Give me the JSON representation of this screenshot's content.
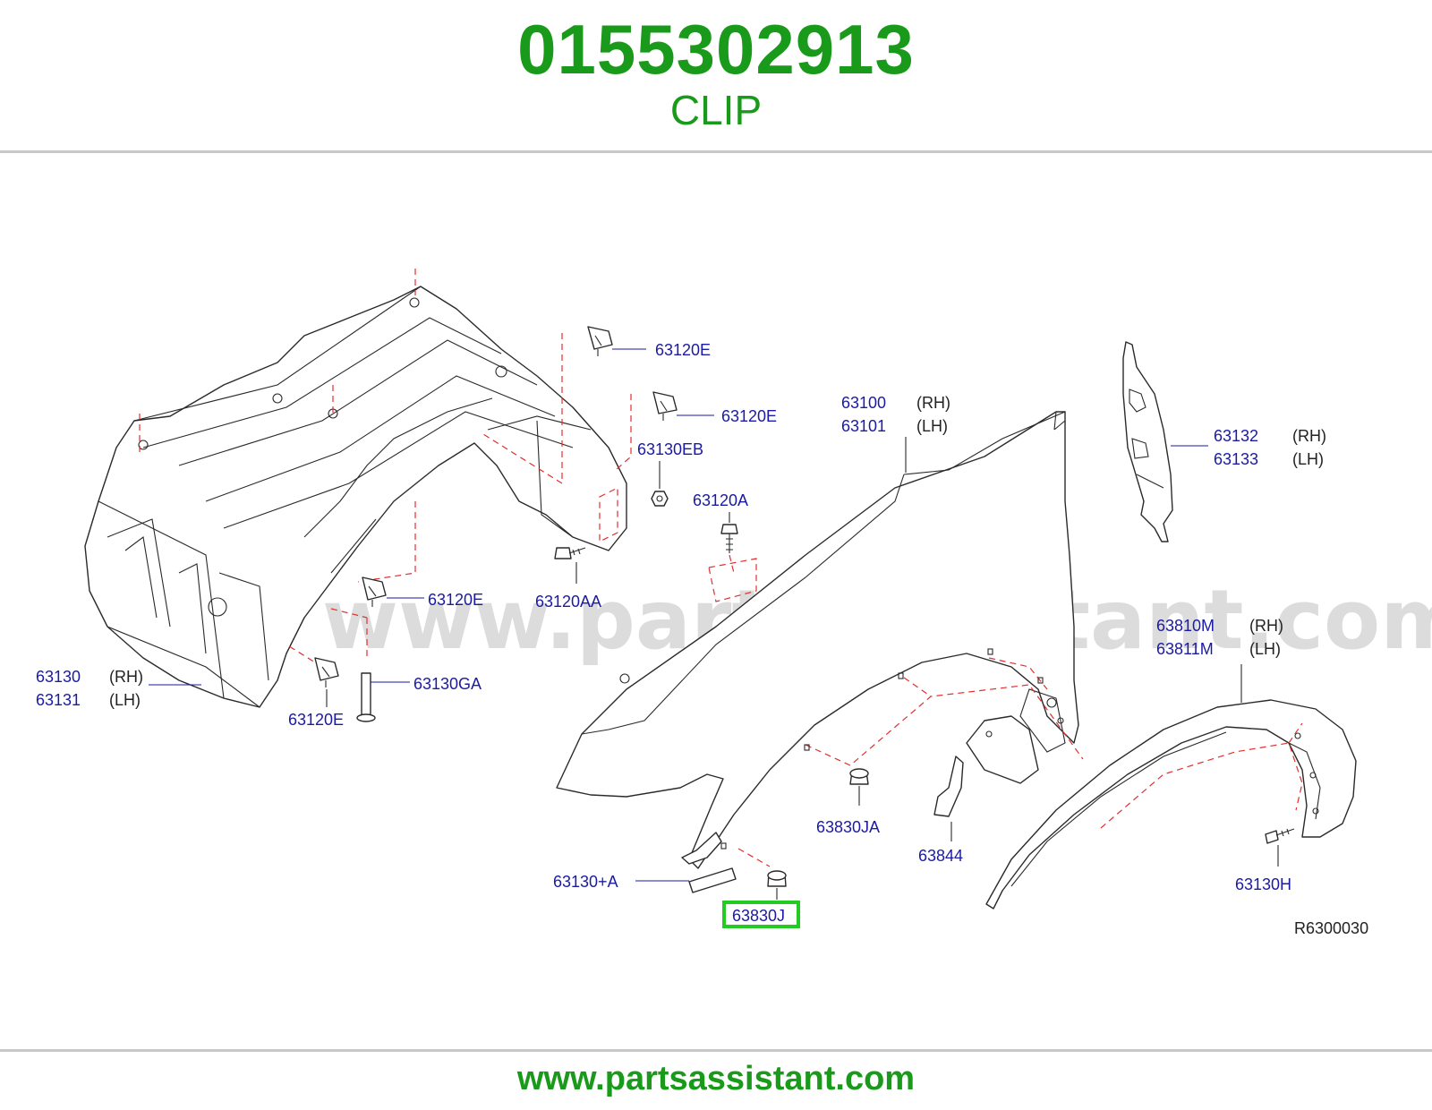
{
  "header": {
    "part_number": "0155302913",
    "part_name": "CLIP"
  },
  "footer": {
    "url": "www.partsassistant.com"
  },
  "diagram": {
    "watermark": "www.partsassistant.com",
    "reference_code": "R6300030",
    "highlight_color": "#22cc22",
    "label_color": "#1a1aa6",
    "brand_color": "#1a9a1a",
    "callouts": {
      "c63120E_1": "63120E",
      "c63120E_2": "63120E",
      "c63130EB": "63130EB",
      "c63120A": "63120A",
      "c63120AA": "63120AA",
      "c63120E_3": "63120E",
      "c63130GA": "63130GA",
      "c63120E_4": "63120E",
      "c63130": "63130",
      "c63130_side": "(RH)",
      "c63131": "63131",
      "c63131_side": "(LH)",
      "c63100": "63100",
      "c63100_side": "(RH)",
      "c63101": "63101",
      "c63101_side": "(LH)",
      "c63132": "63132",
      "c63132_side": "(RH)",
      "c63133": "63133",
      "c63133_side": "(LH)",
      "c63810M": "63810M",
      "c63810M_side": "(RH)",
      "c63811M": "63811M",
      "c63811M_side": "(LH)",
      "c63830JA": "63830JA",
      "c63844": "63844",
      "c63130A": "63130+A",
      "c63830J": "63830J",
      "c63130H": "63130H"
    },
    "highlighted_callout": "63830J"
  }
}
